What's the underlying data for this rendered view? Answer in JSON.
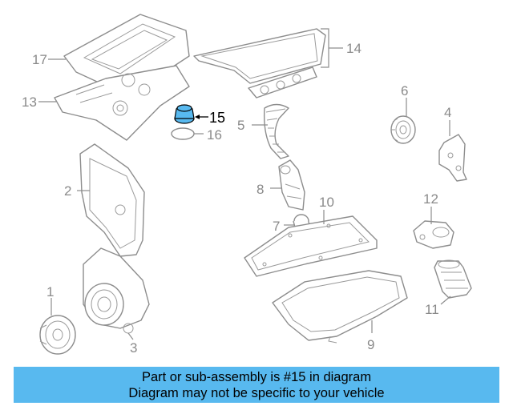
{
  "callouts": {
    "c1": "1",
    "c2": "2",
    "c3": "3",
    "c4": "4",
    "c5": "5",
    "c6": "6",
    "c7": "7",
    "c8": "8",
    "c9": "9",
    "c10": "10",
    "c11": "11",
    "c12": "12",
    "c13": "13",
    "c14": "14",
    "c15": "15",
    "c16": "16",
    "c17": "17"
  },
  "highlight": {
    "part_number": "15",
    "color": "#58b9ef"
  },
  "banner": {
    "line1": "Part or sub-assembly is #15 in diagram",
    "line2": "Diagram may not be specific to your vehicle"
  }
}
